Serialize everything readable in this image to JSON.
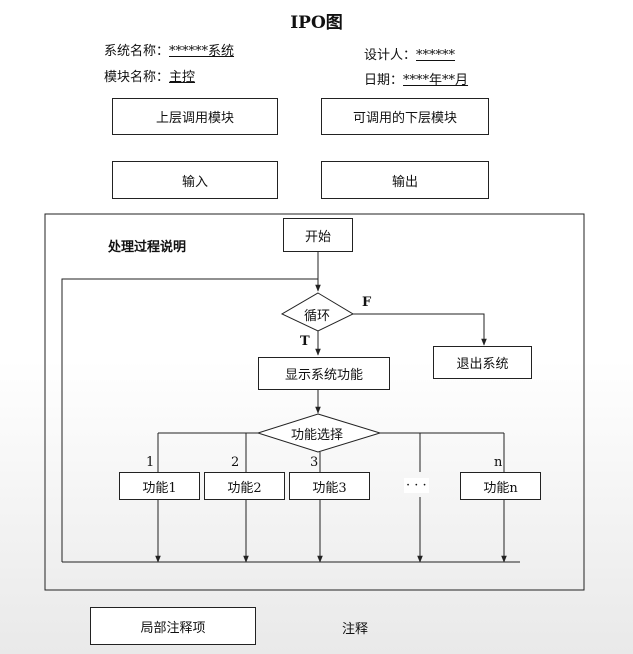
{
  "title": "IPO图",
  "meta": {
    "system_label": "系统名称：",
    "system_value": "******系统",
    "module_label": "模块名称：",
    "module_value": "主控",
    "designer_label": "设计人：",
    "designer_value": "******",
    "date_label": "日期：",
    "date_value": "****年**月"
  },
  "boxes": {
    "upper_module": "上层调用模块",
    "lower_module": "可调用的下层模块",
    "input": "输入",
    "output": "输出",
    "local_notes": "局部注释项",
    "notes": "注释"
  },
  "process": {
    "heading": "处理过程说明",
    "start": "开始",
    "loop": "循环",
    "true_label": "T",
    "false_label": "F",
    "exit": "退出系统",
    "show": "显示系统功能",
    "choose": "功能选择",
    "branches": [
      {
        "num": "1",
        "label": "功能1"
      },
      {
        "num": "2",
        "label": "功能2"
      },
      {
        "num": "3",
        "label": "功能3"
      },
      {
        "num": "",
        "label": "· · ·"
      },
      {
        "num": "n",
        "label": "功能n"
      }
    ]
  }
}
